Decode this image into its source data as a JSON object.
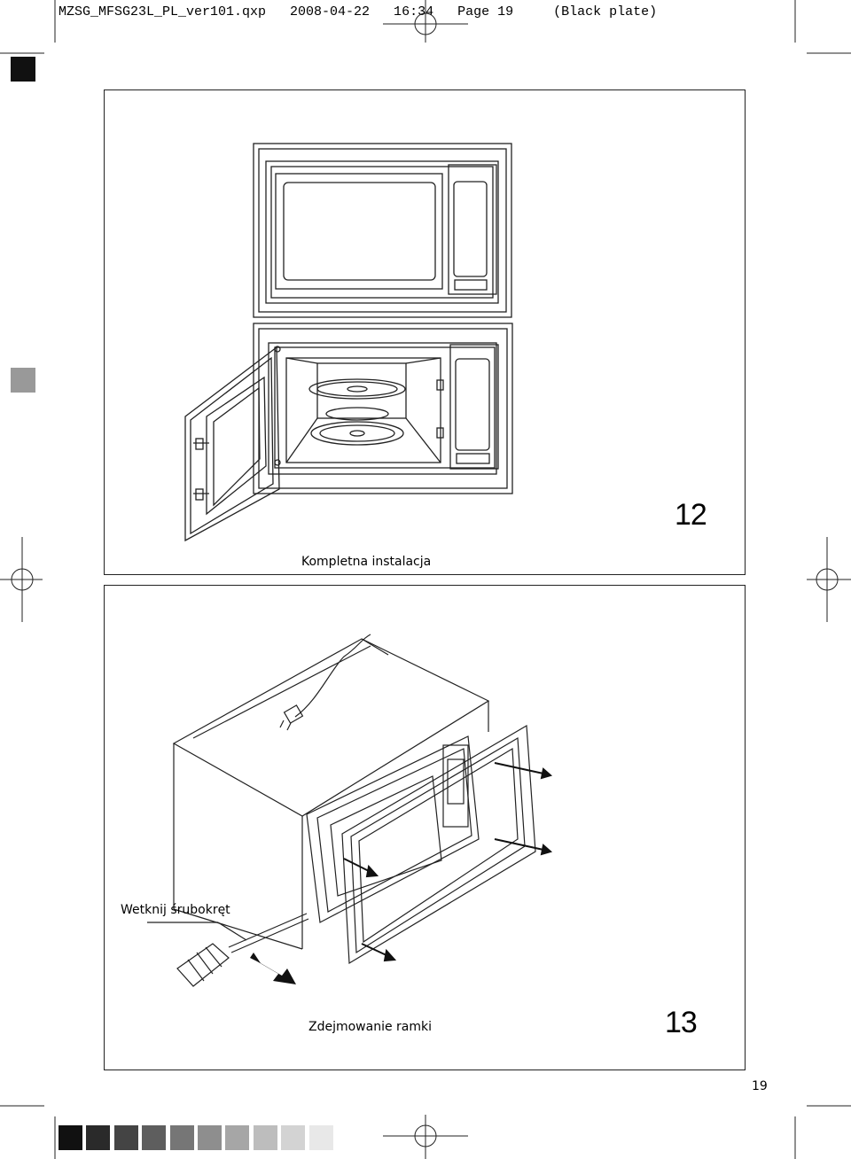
{
  "slug_line": "MZSG_MFSG23L_PL_ver101.qxp   2008-04-22   16:34   Page 19     (Black plate)",
  "page_number": "19",
  "figures": [
    {
      "number": "12",
      "caption": "Kompletna instalacja"
    },
    {
      "number": "13",
      "caption": "Zdejmowanie ramki",
      "callout": "Wetknij śrubokręt"
    }
  ],
  "colors": {
    "line": "#222222",
    "registration_top": "#111111",
    "registration_mid": "#999999"
  },
  "color_bar": [
    "#111111",
    "#2a2a2a",
    "#444444",
    "#5e5e5e",
    "#767676",
    "#8e8e8e",
    "#a6a6a6",
    "#bdbdbd",
    "#d3d3d3",
    "#e8e8e8"
  ]
}
